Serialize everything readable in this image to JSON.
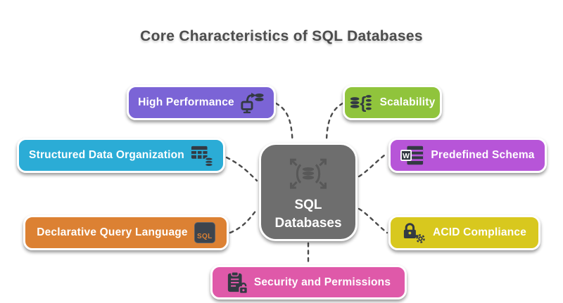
{
  "title": "Core Characteristics of SQL Databases",
  "center": {
    "line1": "SQL",
    "line2": "Databases",
    "color": "#6e6e6e",
    "icon": "database-expand-arrows-icon",
    "icon_color": "#585858"
  },
  "nodes": [
    {
      "label": "High Performance",
      "color": "#7b64d6",
      "icon": "monitor-database-transfer-icon",
      "icon_side": "right"
    },
    {
      "label": "Scalability",
      "color": "#90c43c",
      "icon": "database-sharding-icon",
      "icon_side": "left",
      "brace_glyph": "{"
    },
    {
      "label": "Structured Data Organization",
      "color": "#2bacd6",
      "icon": "table-database-icon",
      "icon_side": "right"
    },
    {
      "label": "Predefined Schema",
      "color": "#b755d8",
      "icon": "word-document-icon",
      "icon_side": "left",
      "badge_text": "W"
    },
    {
      "label": "Declarative Query Language",
      "color": "#dc8133",
      "icon": "sql-badge-icon",
      "icon_side": "right",
      "badge_text": "SQL"
    },
    {
      "label": "ACID Compliance",
      "color": "#d8c81e",
      "icon": "lock-gear-icon",
      "icon_side": "left"
    },
    {
      "label": "Security and Permissions",
      "color": "#df59a9",
      "icon": "clipboard-lock-icon",
      "icon_side": "left"
    }
  ],
  "style": {
    "connector_color": "#4b4b4b",
    "icon_color": "#333a43",
    "title_color": "#4d4d4d",
    "background": "#ffffff"
  }
}
